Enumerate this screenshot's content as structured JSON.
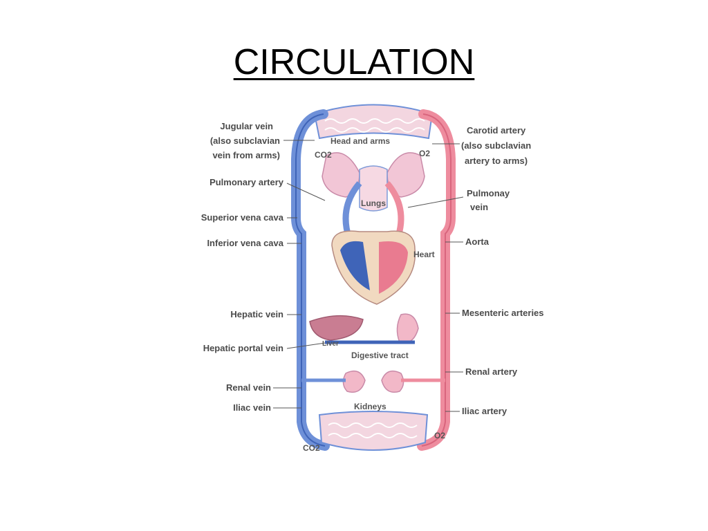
{
  "title": "CIRCULATION",
  "colors": {
    "vein": "#6e90d8",
    "vein_dark": "#3f64b8",
    "artery": "#ee8c9e",
    "artery_dark": "#d9657d",
    "label": "#4a4a4a"
  },
  "labels_left": {
    "jugular_line1": "Jugular vein",
    "jugular_line2": "(also subclavian",
    "jugular_line3": "vein from arms)",
    "pulmonary_artery": "Pulmonary artery",
    "superior_vena_cava": "Superior vena cava",
    "inferior_vena_cava": "Inferior vena cava",
    "hepatic_vein": "Hepatic vein",
    "hepatic_portal_vein": "Hepatic portal vein",
    "renal_vein": "Renal vein",
    "iliac_vein": "Iliac vein"
  },
  "labels_right": {
    "carotid_line1": "Carotid artery",
    "carotid_line2": "(also subclavian",
    "carotid_line3": "artery to arms)",
    "pulmonary_vein_line1": "Pulmonay",
    "pulmonary_vein_line2": "vein",
    "aorta": "Aorta",
    "mesenteric": "Mesenteric arteries",
    "renal_artery": "Renal artery",
    "iliac_artery": "Iliac artery"
  },
  "labels_inner": {
    "head_and_arms": "Head and arms",
    "co2_top": "CO2",
    "o2_top": "O2",
    "lungs": "Lungs",
    "heart": "Heart",
    "liver": "Liver",
    "digestive_tract": "Digestive tract",
    "kidneys": "Kidneys",
    "co2_bottom": "CO2",
    "o2_bottom": "O2"
  }
}
